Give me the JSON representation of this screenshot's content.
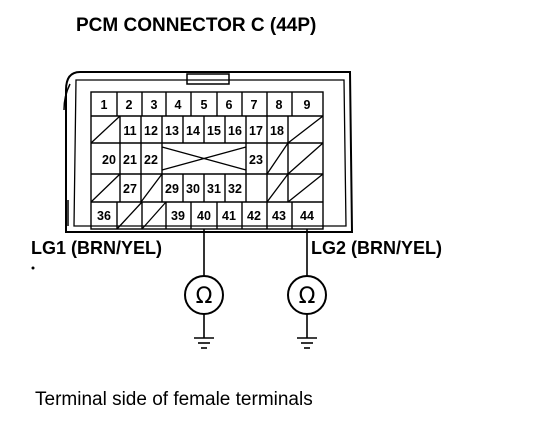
{
  "title": "PCM CONNECTOR C (44P)",
  "caption": "Terminal side of female terminals",
  "left_label": "LG1 (BRN/YEL)",
  "right_label": "LG2 (BRN/YEL)",
  "ohm_symbol": "Ω",
  "pins": {
    "row1": [
      "1",
      "2",
      "3",
      "4",
      "5",
      "6",
      "7",
      "8",
      "9"
    ],
    "row2": [
      "11",
      "12",
      "13",
      "14",
      "15",
      "16",
      "17",
      "18"
    ],
    "row3_left": [
      "20",
      "21",
      "22"
    ],
    "row3_right": [
      "23"
    ],
    "row4": [
      "27",
      "29",
      "30",
      "31",
      "32"
    ],
    "row5": [
      "36",
      "39",
      "40",
      "41",
      "42",
      "43",
      "44"
    ]
  }
}
